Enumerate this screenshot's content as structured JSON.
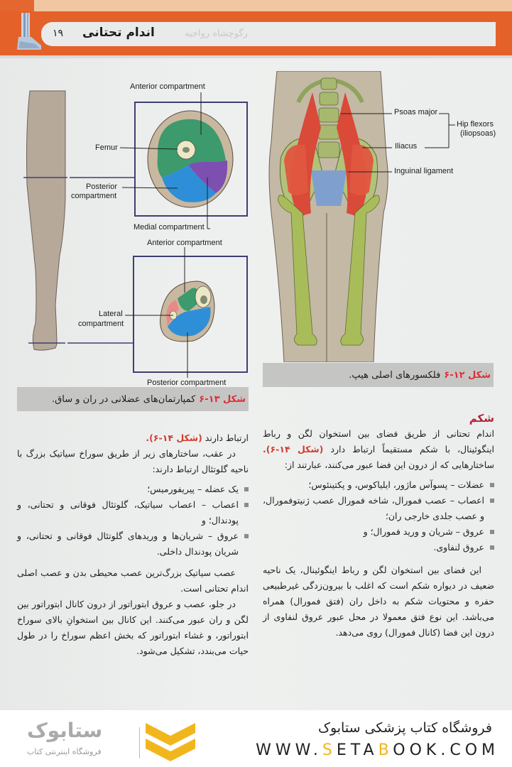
{
  "header": {
    "title": "اندام تحتانی",
    "page_number": "۱۹",
    "ghost_text": "رگوچشاه رواجیه"
  },
  "figure_13": {
    "labels": {
      "anterior_thigh": "Anterior compartment",
      "femur": "Femur",
      "posterior_thigh_1": "Posterior",
      "posterior_thigh_2": "compartment",
      "medial": "Medial compartment",
      "anterior_leg": "Anterior compartment",
      "lateral_1": "Lateral",
      "lateral_2": "compartment",
      "posterior_leg": "Posterior compartment"
    },
    "caption_number": "شکل ۱۳-۶",
    "caption_text": "کمپارتمان‌های عضلانی در ران و ساق."
  },
  "figure_12": {
    "labels": {
      "psoas": "Psoas major",
      "iliacus": "Iliacus",
      "hip_flexors_1": "Hip flexors",
      "hip_flexors_2": "(iliopsoas)",
      "inguinal": "Inguinal ligament"
    },
    "caption_number": "شکل ۱۲-۶",
    "caption_text": "فلکسورهای اصلی هیپ."
  },
  "left_column": {
    "line1_text": "ارتباط دارند",
    "line1_ref": "(شکل ۱۴-۶).",
    "para1": "در عقب، ساختارهای زیر از طریق سوراخ سیاتیک بزرگ با ناحیه گلوتئال ارتباط دارند:",
    "bullets": [
      "یک عضله – پیریفورمیس؛",
      "اعصاب – اعصاب سیاتیک، گلوتئال فوقانی و تحتانی، و پودندال؛ و",
      "عروق – شریان‌ها و وریدهای گلوتئال فوقانی و تحتانی، و شریان پودندال داخلی."
    ],
    "para2": "عصب سیاتیک بزرگ‌ترین عصب محیطی بدن و عصب اصلی اندام تحتانی است.",
    "para3": "در جلو، عصب و عروق ابتوراتور از درون کانال ابتوراتور بین لگن و ران عبور می‌کنند. این کانال بین استخوانِ بالای سوراخ ابتوراتور، و غشاء ابتوراتور که بخش اعظم سوراخ را در طول حیات می‌بندد، تشکیل می‌شود."
  },
  "right_column": {
    "heading": "شکم",
    "para1_a": "اندام تحتانی از طریق فضای بین استخوان لگن و رباط اینگوئینال، با شکم مستقیماً ارتباط دارد",
    "para1_ref": "(شکل ۱۴-۶).",
    "para1_b": "ساختارهایی که از درون این فضا عبور می‌کنند، عبارتند از:",
    "bullets": [
      "عضلات – پسوآس ماژور، ایلیاکوس، و پکتینئوس؛",
      "اعصاب – عصب فمورال، شاخه فمورال عصب ژنیتوفمورال، و عصب جلدی خارجی ران؛",
      "عروق – شریان و ورید فمورال؛ و",
      "عروق لنفاوی."
    ],
    "para2": "این فضای بین استخوان لگن و رباط اینگوئینال، یک ناحیه ضعیف در دیواره شکم است که اغلب با بیرون‌زدگی غیرطبیعی حفره و محتویات شکم به داخل ران (فتق فمورال) همراه می‌باشد. این نوع فتق معمولا در محل عبور عروق لنفاوی از درون این فضا (کانال فمورال) روی می‌دهد."
  },
  "footer": {
    "store_name": "فروشگاه کتاب پزشکی ستابوک",
    "url_pre": "WWW.",
    "url_s": "S",
    "url_mid1": "ETA",
    "url_b": "B",
    "url_post": "OOK.COM",
    "brand": "ستابوک",
    "brand_sub": "فروشگاه اینترنتی کتاب"
  },
  "colors": {
    "header_orange": "#e4612a",
    "caption_red": "#e02d36",
    "reference_red": "#d23b2f",
    "heading_maroon": "#b0233a",
    "logo_yellow": "#f2b61d",
    "caption_grey": "#c5c6c4"
  }
}
